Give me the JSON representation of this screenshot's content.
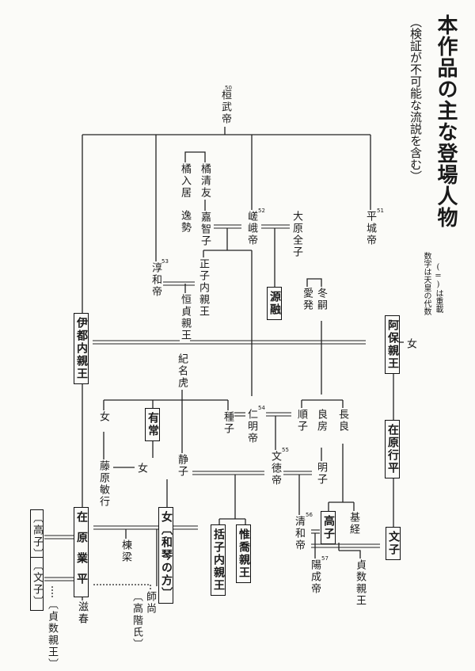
{
  "title": "本作品の主な登場人物",
  "subtitle": "（検証が不可能な流説を含む）",
  "notes": {
    "double_line": "(=)は重載",
    "numbers": "数字は天皇の代数"
  },
  "people": {
    "kanmu": "桓武帝",
    "kanmu_num": "50",
    "tachibana_kiyotomo": "橘清友",
    "tachibana_hayanari": "橘入居",
    "kachiko": "嘉智子",
    "hayanari2": "逸勢",
    "saga": "嵯峨帝",
    "saga_num": "52",
    "ohara_zenko": "大原全子",
    "heizei": "平城帝",
    "heizei_num": "51",
    "junna": "淳和帝",
    "junna_num": "53",
    "masako": "正子内親王",
    "tsunesada": "恒貞親王",
    "minamoto_toru": "源融",
    "aihatsu": "愛発",
    "fuyutsugu": "冬嗣",
    "ito": "伊都内親王",
    "abo": "阿保親王",
    "onna_top": "女",
    "ki_natora": "紀名虎",
    "onna_left": "女",
    "aritsune": "有常",
    "taneko": "種子",
    "ninmyo": "仁明帝",
    "ninmyo_num": "54",
    "junshi": "順子",
    "yoshifusa": "良房",
    "nagara": "長良",
    "ariwara_yukihira": "在原行平",
    "fujiwara_toshiyuki": "藤原敏行",
    "onna_mid": "女",
    "shizuko": "静子",
    "montoku": "文徳帝",
    "montoku_num": "55",
    "akiko": "明子",
    "takaiko_left": "〔高子〕",
    "narihira": "在原業平",
    "onna_wagon": "女〔和琴の方〕",
    "katsuko": "括子内親王",
    "koretaka": "惟喬親王",
    "seiwa": "清和帝",
    "seiwa_num": "56",
    "takaiko": "高子",
    "mototsune": "基経",
    "fumiko_right": "文子",
    "munehari": "棟梁",
    "fumiko_left": "〔文子〕",
    "yozei": "陽成帝",
    "yozei_num": "57",
    "sadakazu": "貞数親王",
    "morohisa": "師尚",
    "koshi": "〔高階氏〕",
    "sadakazu_left": "〔貞数親王〕",
    "shigeharu": "滋春"
  }
}
